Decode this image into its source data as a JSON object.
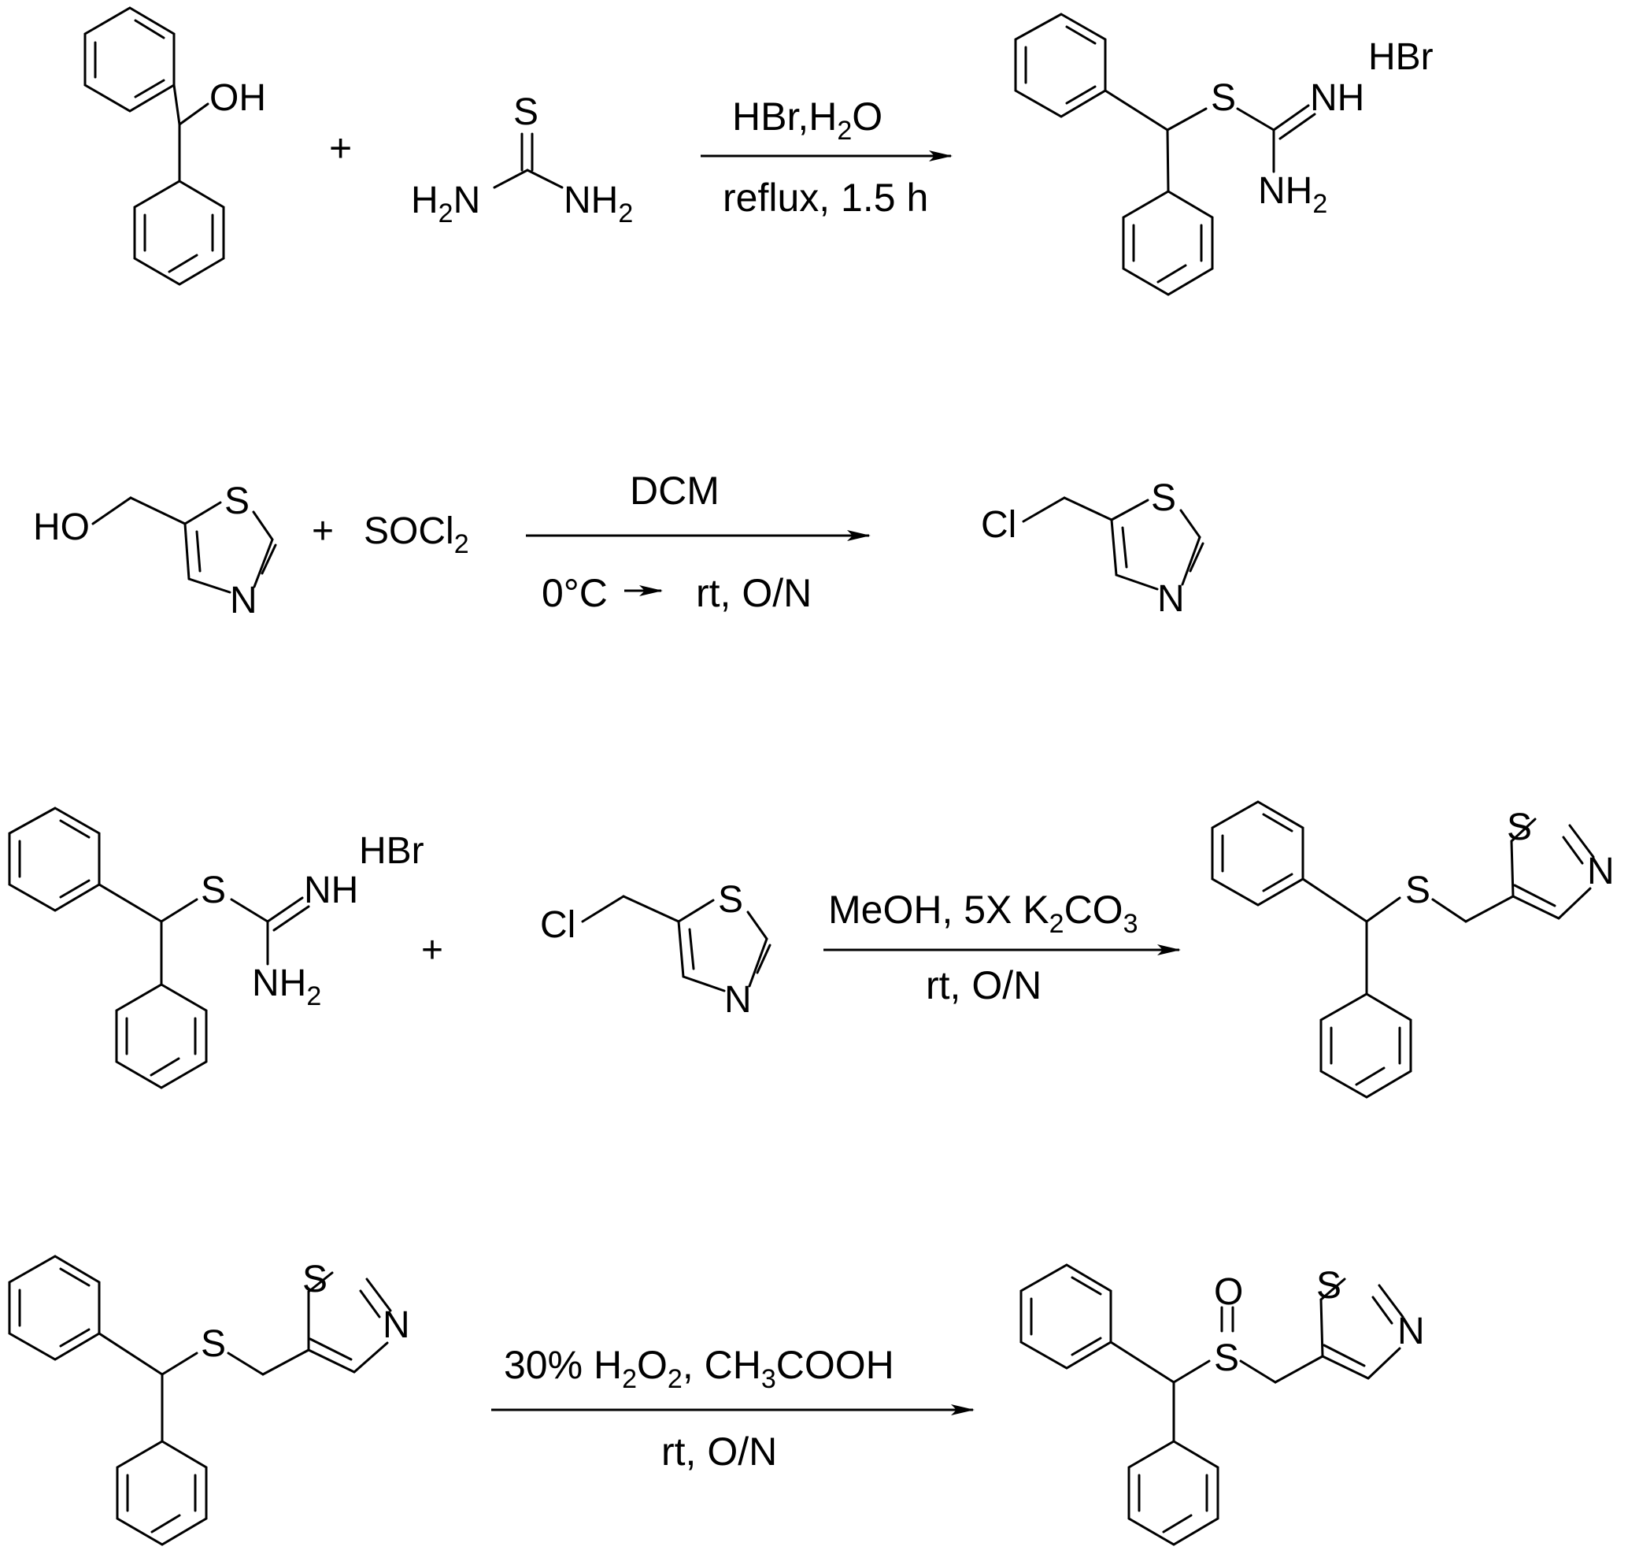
{
  "reactions": [
    {
      "reagents_above": "HBr,H2O",
      "reagents_below": "reflux, 1.5 h",
      "plus": "+",
      "reactant_1": {
        "hydroxyl_label": "OH"
      },
      "reactant_2": {
        "sulfur": "S",
        "amine_left": "H2N",
        "amine_right": "NH2"
      },
      "product": {
        "sulfur": "S",
        "imine": "NH",
        "amine": "NH2",
        "salt": "HBr"
      }
    },
    {
      "reagents_above": "DCM",
      "reagents_below_start": "0°C",
      "reagents_below_end": "rt, O/N",
      "plus": "+",
      "reactant_1": {
        "hydroxyl_label": "HO",
        "ring_s": "S",
        "ring_n": "N"
      },
      "reactant_2": {
        "label": "SOCl2"
      },
      "product": {
        "chloro_label": "Cl",
        "ring_s": "S",
        "ring_n": "N"
      }
    },
    {
      "reagents_above": "MeOH, 5X K2CO3",
      "reagents_below": "rt, O/N",
      "plus": "+",
      "reactant_1": {
        "sulfur": "S",
        "imine": "NH",
        "amine": "NH2",
        "salt": "HBr"
      },
      "reactant_2": {
        "chloro_label": "Cl",
        "ring_s": "S",
        "ring_n": "N"
      },
      "product": {
        "thioether_s": "S",
        "ring_s": "S",
        "ring_n": "N"
      }
    },
    {
      "reagents_above": "30% H2O2, CH3COOH",
      "reagents_below": "rt, O/N",
      "reactant": {
        "thioether_s": "S",
        "ring_s": "S",
        "ring_n": "N"
      },
      "product": {
        "sulfoxide_s": "S",
        "sulfoxide_o": "O",
        "ring_s": "S",
        "ring_n": "N"
      }
    }
  ]
}
